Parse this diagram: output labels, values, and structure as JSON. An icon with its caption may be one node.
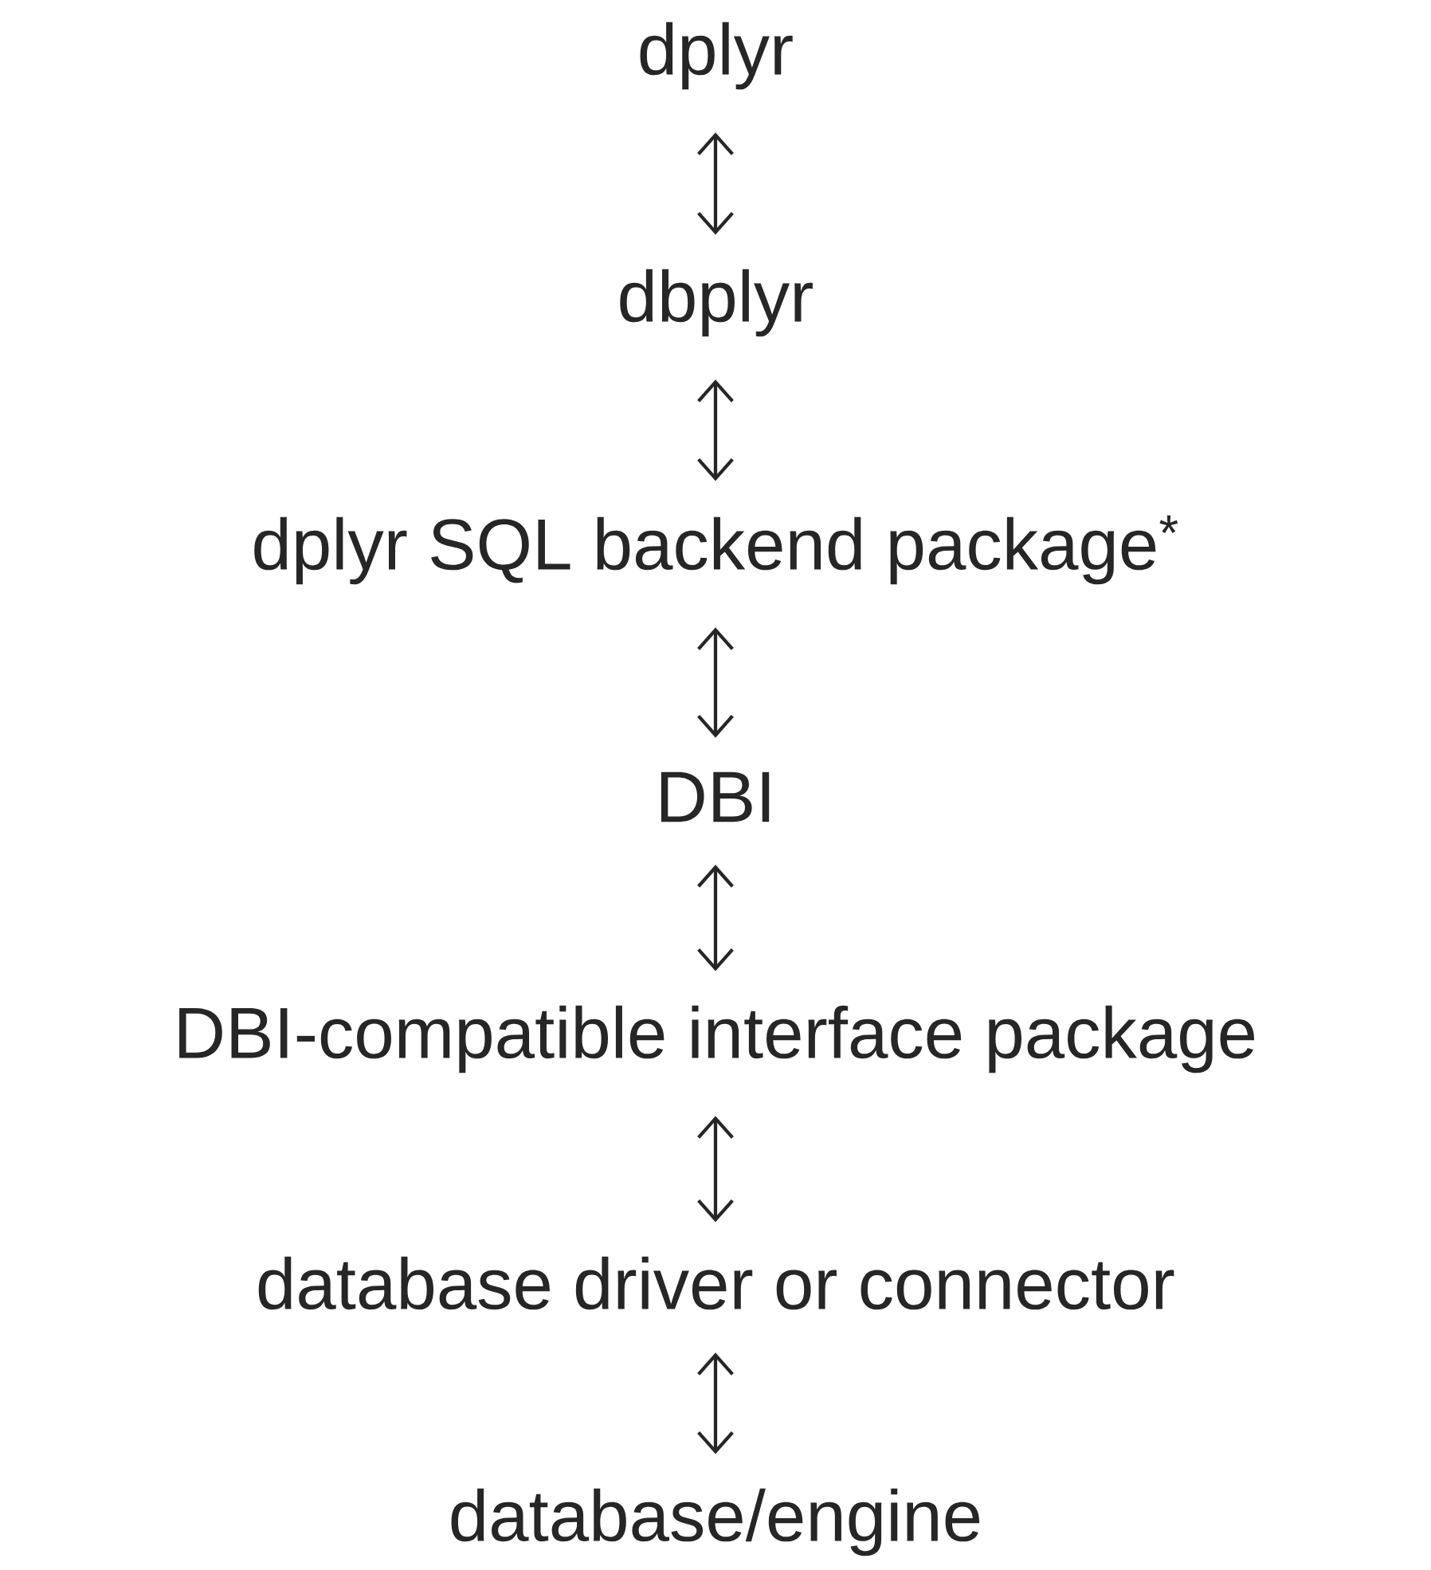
{
  "diagram": {
    "nodes": [
      {
        "text": [
          "dplyr"
        ]
      },
      {
        "text": [
          "dbplyr"
        ]
      },
      {
        "text": [
          "dplyr SQL backend package$^{*}$"
        ]
      },
      {
        "text": [
          "DBI"
        ]
      },
      {
        "text": [
          "DBI-compatible interface package"
        ]
      },
      {
        "text": [
          "database driver or connector"
        ]
      },
      {
        "text": [
          "database/engine"
        ]
      }
    ],
    "edges": [
      {
        "from": 0,
        "to": 1,
        "arrow": "both"
      },
      {
        "from": 1,
        "to": 2,
        "arrow": "both"
      },
      {
        "from": 2,
        "to": 3,
        "arrow": "both"
      },
      {
        "from": 3,
        "to": 4,
        "arrow": "both"
      },
      {
        "from": 4,
        "to": 5,
        "arrow": "both"
      },
      {
        "from": 5,
        "to": 6,
        "arrow": "both"
      }
    ]
  }
}
